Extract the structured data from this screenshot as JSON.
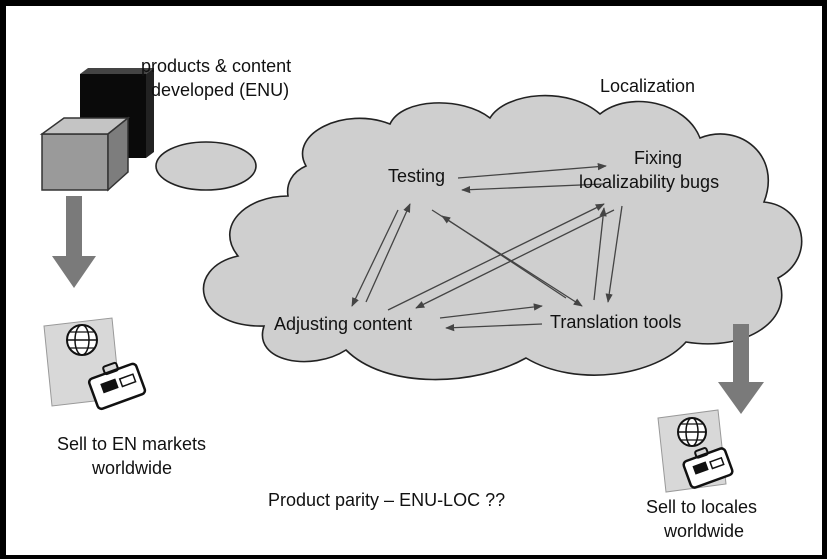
{
  "source": {
    "label_line1": "products & content",
    "label_line2": "developed (ENU)"
  },
  "cloud": {
    "title": "Localization",
    "nodes": {
      "testing": "Testing",
      "fixing_line1": "Fixing",
      "fixing_line2": "localizability bugs",
      "adjusting": "Adjusting content",
      "translation": "Translation tools"
    }
  },
  "en_markets": {
    "line1": "Sell to EN markets",
    "line2": "worldwide"
  },
  "locales": {
    "line1": "Sell to locales",
    "line2": "worldwide"
  },
  "footer": {
    "parity": "Product parity – ENU-LOC ??"
  },
  "colors": {
    "cloud_fill": "#cfcfcf",
    "box_front": "#9a9a9a",
    "box_dark": "#0a0a0a",
    "arrow": "#7a7a7a",
    "flow_line": "#444444"
  }
}
